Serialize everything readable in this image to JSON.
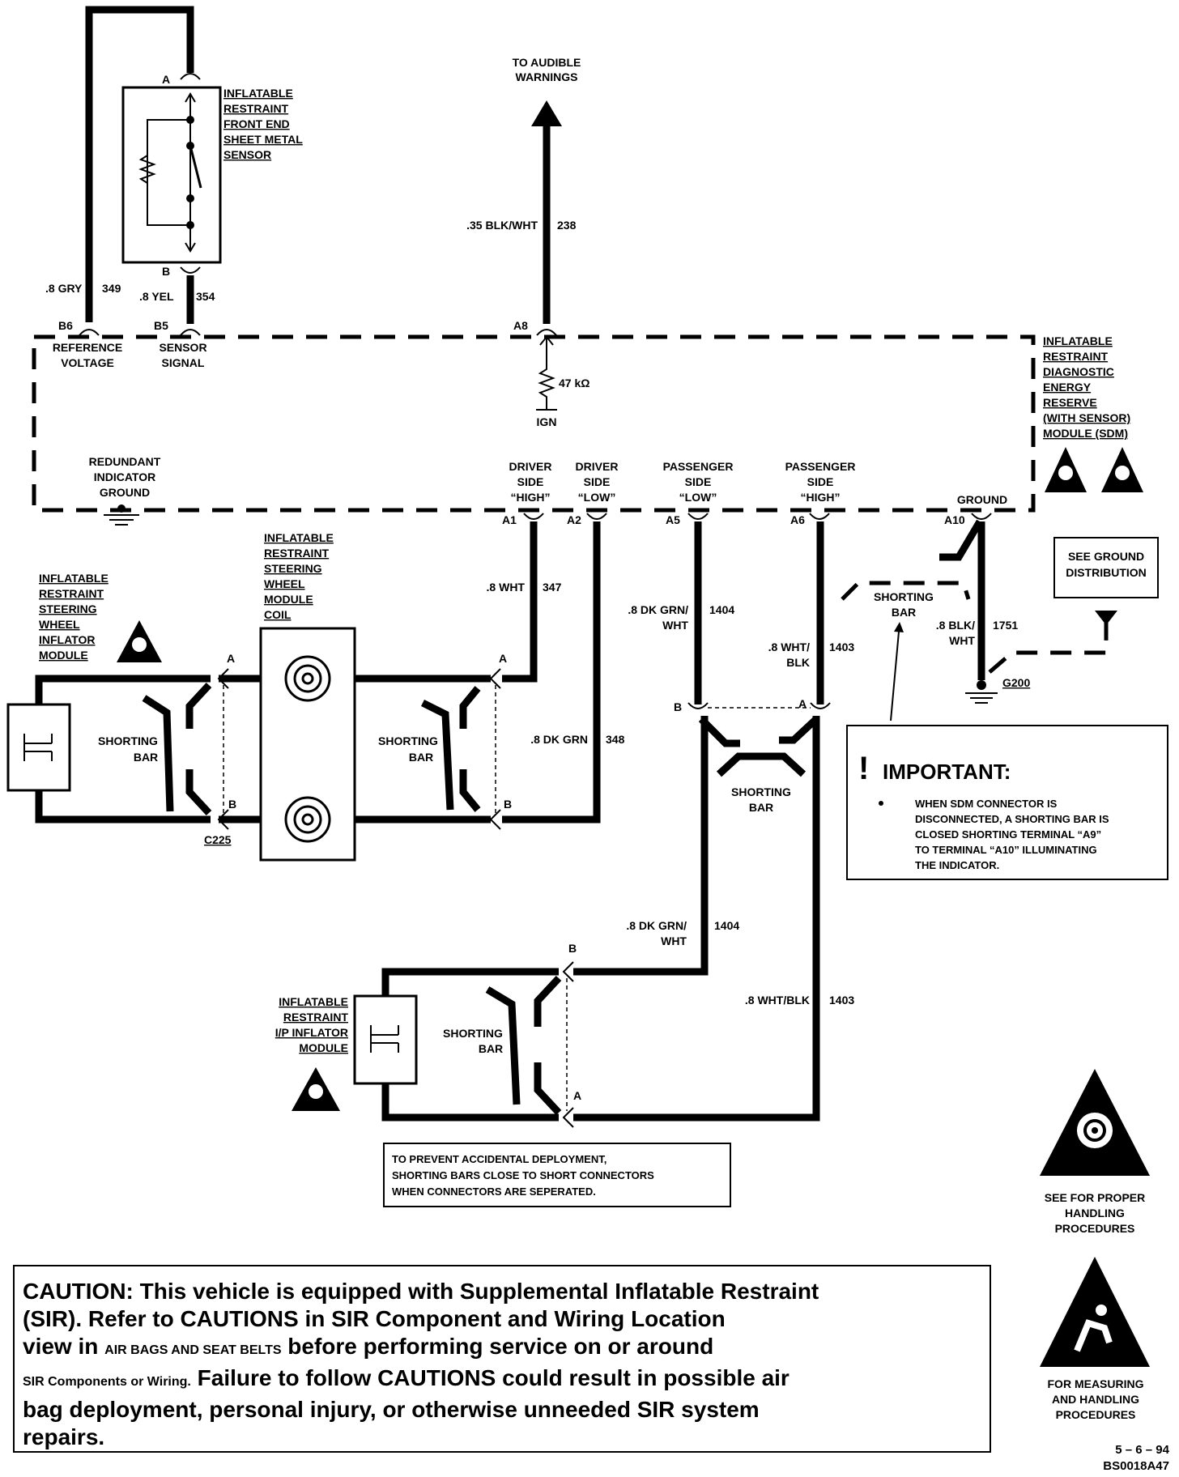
{
  "components": {
    "front_sensor": [
      "INFLATABLE",
      "RESTRAINT",
      "FRONT END",
      "SHEET METAL",
      "SENSOR"
    ],
    "sdm": [
      "INFLATABLE",
      "RESTRAINT",
      "DIAGNOSTIC",
      "ENERGY",
      "RESERVE",
      "(WITH SENSOR)",
      "MODULE (SDM)"
    ],
    "steering_coil": [
      "INFLATABLE",
      "RESTRAINT",
      "STEERING",
      "WHEEL",
      "MODULE",
      "COIL"
    ],
    "steering_inflator": [
      "INFLATABLE",
      "RESTRAINT",
      "STEERING",
      "WHEEL",
      "INFLATOR",
      "MODULE"
    ],
    "ip_inflator": [
      "INFLATABLE",
      "RESTRAINT",
      "I/P INFLATOR",
      "MODULE"
    ]
  },
  "labels": {
    "to_audible": [
      "TO AUDIBLE",
      "WARNINGS"
    ],
    "reference_voltage": [
      "REFERENCE",
      "VOLTAGE"
    ],
    "sensor_signal": [
      "SENSOR",
      "SIGNAL"
    ],
    "resistor": "47 kΩ",
    "ign": "IGN",
    "redundant_ground": [
      "REDUNDANT",
      "INDICATOR",
      "GROUND"
    ],
    "driver_high": [
      "DRIVER",
      "SIDE",
      "“HIGH”"
    ],
    "driver_low": [
      "DRIVER",
      "SIDE",
      "“LOW”"
    ],
    "pass_low": [
      "PASSENGER",
      "SIDE",
      "“LOW”"
    ],
    "pass_high": [
      "PASSENGER",
      "SIDE",
      "“HIGH”"
    ],
    "ground": "GROUND",
    "see_ground": [
      "SEE GROUND",
      "DISTRIBUTION"
    ],
    "shorting_bar": [
      "SHORTING",
      "BAR"
    ],
    "g200": "G200",
    "c225": "C225"
  },
  "terminals": {
    "a": "A",
    "b": "B",
    "b6": "B6",
    "b5": "B5",
    "a8": "A8",
    "a1": "A1",
    "a2": "A2",
    "a5": "A5",
    "a6": "A6",
    "a10": "A10"
  },
  "wires": {
    "w349": {
      "color": ".8 GRY",
      "circuit": "349"
    },
    "w354": {
      "color": ".8 YEL",
      "circuit": "354"
    },
    "w238": {
      "color": ".35 BLK/WHT",
      "circuit": "238"
    },
    "w347": {
      "color": ".8 WHT",
      "circuit": "347"
    },
    "w348": {
      "color": ".8 DK GRN",
      "circuit": "348"
    },
    "w1404": {
      "color": [
        ".8 DK GRN/",
        "WHT"
      ],
      "circuit": "1404"
    },
    "w1403": {
      "color": [
        ".8 WHT/",
        "BLK"
      ],
      "circuit": "1403"
    },
    "w1403b": {
      "color": ".8 WHT/BLK",
      "circuit": "1403"
    },
    "w1751": {
      "color": [
        ".8 BLK/",
        "WHT"
      ],
      "circuit": "1751"
    }
  },
  "important": {
    "title": "IMPORTANT:",
    "lines": [
      "WHEN SDM CONNECTOR IS",
      "DISCONNECTED, A SHORTING BAR IS",
      "CLOSED SHORTING TERMINAL “A9”",
      "TO TERMINAL “A10” ILLUMINATING",
      "THE INDICATOR."
    ]
  },
  "prevent_note": [
    "TO PREVENT ACCIDENTAL DEPLOYMENT,",
    "SHORTING BARS CLOSE TO SHORT CONNECTORS",
    "WHEN CONNECTORS ARE SEPERATED."
  ],
  "esd_notes": {
    "handling": [
      "SEE FOR PROPER",
      "HANDLING",
      "PROCEDURES"
    ],
    "measuring": [
      "FOR MEASURING",
      "AND HANDLING",
      "PROCEDURES"
    ]
  },
  "caution": {
    "line1": "CAUTION:    This vehicle is equipped with Supplemental Inflatable Restraint",
    "line2": "(SIR).  Refer to CAUTIONS in SIR Component and Wiring Location",
    "line3a": "view in ",
    "line3b": "AIR BAGS AND SEAT BELTS",
    "line3c": " before performing service on or around",
    "line4a": "SIR Components or Wiring.",
    "line4b": " Failure to follow CAUTIONS could result in possible air",
    "line5": "bag deployment, personal injury, or otherwise unneeded SIR system",
    "line6": "repairs."
  },
  "footer": {
    "date": "5 – 6 – 94",
    "code": "BS0018A47"
  }
}
